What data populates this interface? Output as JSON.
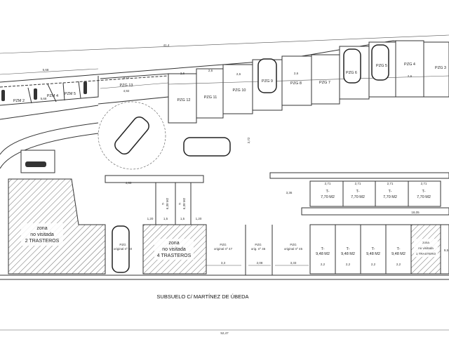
{
  "title": "SUBSUELO C/ MARTÍNEZ DE ÚBEDA",
  "dimensions": {
    "top_total": "41,4",
    "bottom_total": "52,47",
    "moto_top": "5,68",
    "moto_bottom": "5,68",
    "pzg13_top": "4,72",
    "pzg13_bottom": "4,92",
    "ramp": "3,72",
    "corridor_left": "4,63",
    "corridor_right": "3,36",
    "corridor_long": "18,05",
    "storage_width": "2,71",
    "storage_small": "2,2",
    "pzg45_width": "3,33",
    "pzg46_width": "2,08",
    "pzg47_width": "3,3",
    "space_width": "2,6",
    "door_a": "1,20",
    "door_b": "1,5"
  },
  "moto_spaces": [
    "PZM 2",
    "PZM 4",
    "PZM 5"
  ],
  "parking_spaces": [
    "PZG 13",
    "PZG 12",
    "PZG 11",
    "PZG 10",
    "PZG 9",
    "PZG 8",
    "PZG 7",
    "PZG 6",
    "PZG 5",
    "PZG 4",
    "PZG 3"
  ],
  "storage_upper": [
    {
      "prefix": "T-",
      "area": "7,70 M2"
    },
    {
      "prefix": "T-",
      "area": "7,70 M2"
    },
    {
      "prefix": "T-",
      "area": "7,70 M2"
    },
    {
      "prefix": "T-",
      "area": "7,70 M2"
    }
  ],
  "storage_lower": [
    {
      "prefix": "T-",
      "area": "9,48 M2"
    },
    {
      "prefix": "T-",
      "area": "9,48 M2"
    },
    {
      "prefix": "T-",
      "area": "9,48 M2"
    },
    {
      "prefix": "T-",
      "area": "9,48 M2"
    }
  ],
  "storage_vertical": [
    {
      "prefix": "T-",
      "area": "6,38 M2"
    },
    {
      "prefix": "T-",
      "area": "6,38 M2"
    }
  ],
  "original_spaces": [
    {
      "name": "PZG",
      "sub": "original nº 50"
    },
    {
      "name": "PZG",
      "sub": "original nº 47"
    },
    {
      "name": "PZG",
      "sub": "orig. nº 46"
    },
    {
      "name": "PZG",
      "sub": "original nº 45"
    }
  ],
  "unvisited_zones": [
    {
      "line1": "zona",
      "line2": "no visitada",
      "line3": "2 TRASTEROS"
    },
    {
      "line1": "zona",
      "line2": "no visitada",
      "line3": "4 TRASTEROS"
    },
    {
      "line1": "zona",
      "line2": "no visitada",
      "line3": "1 TRASTERO"
    }
  ],
  "partial_label": "9,5"
}
